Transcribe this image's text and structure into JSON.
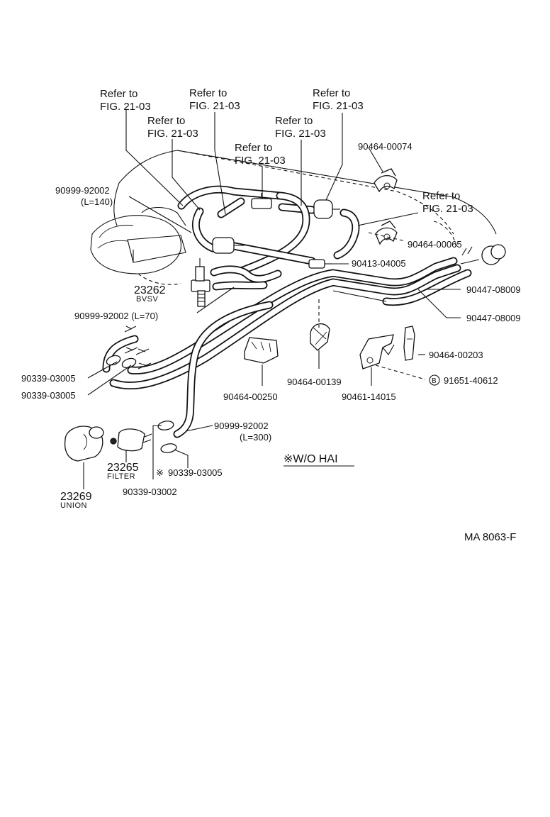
{
  "callouts": {
    "ref1": [
      "Refer to",
      "FIG. 21-03"
    ],
    "ref2": [
      "Refer to",
      "FIG. 21-03"
    ],
    "ref3": [
      "Refer to",
      "FIG. 21-03"
    ],
    "ref4": [
      "Refer to",
      "FIG. 21-03"
    ],
    "ref5": [
      "Refer to",
      "FIG. 21-03"
    ],
    "ref6": [
      "Refer to",
      "FIG. 21-03"
    ],
    "ref7": [
      "Refer to",
      "FIG. 21-03"
    ],
    "hose_140": [
      "90999-92002",
      "(L=140)"
    ],
    "hose_70": "90999-92002 (L=70)",
    "hose_300": [
      "90999-92002",
      "(L=300)"
    ],
    "clamp_74": "90464-00074",
    "clamp_65": "90464-00065",
    "joint_405": "90413-04005",
    "pipe_a": "90447-08009",
    "pipe_b": "90447-08009",
    "clamp_203": "90464-00203",
    "bolt_612": "91651-40612",
    "bolt_mark": "B",
    "bracket_015": "90461-14015",
    "clamp_139": "90464-00139",
    "clamp_250": "90464-00250",
    "clip_3005_a": "90339-03005",
    "clip_3005_b": "90339-03005",
    "clip_3005_c": "90339-03005",
    "clip_3005_c_mark": "※",
    "clip_3002": "90339-03002",
    "bvsv_no": "23262",
    "bvsv_name": "BVSV",
    "filter_no": "23265",
    "filter_name": "FILTER",
    "union_no": "23269",
    "union_name": "UNION",
    "note_wo_hai": "※W/O  HAI",
    "figure_id": "MA  8063-F"
  }
}
